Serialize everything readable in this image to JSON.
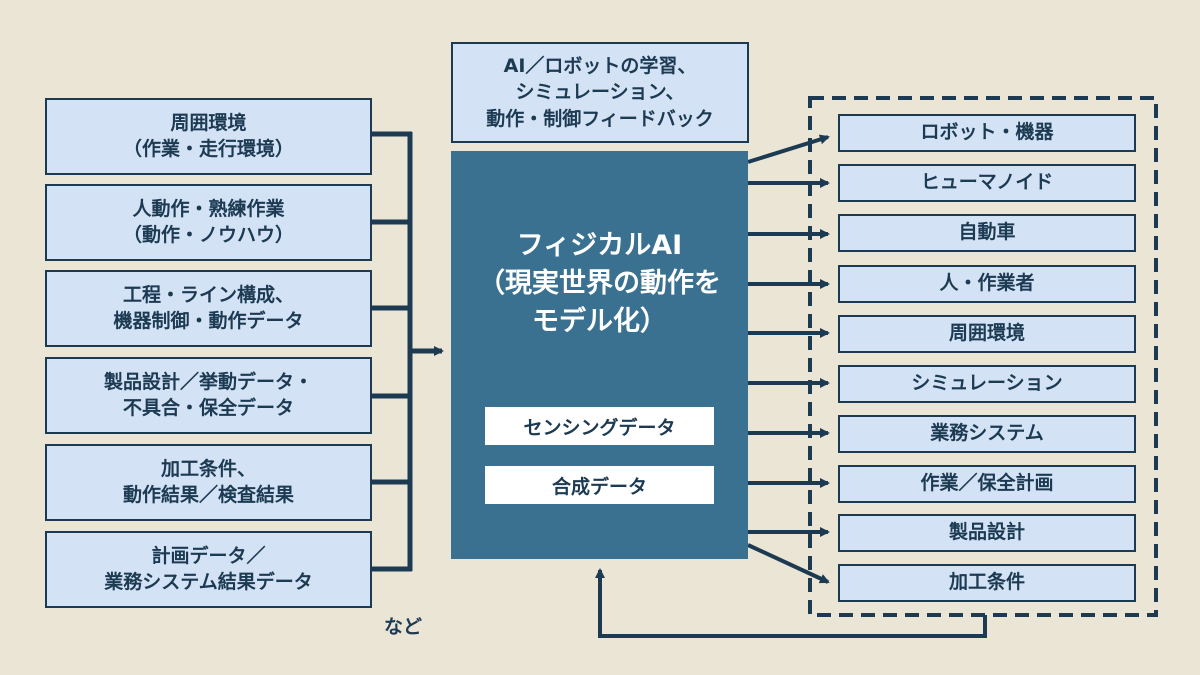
{
  "colors": {
    "background": "#ebe5d6",
    "box_fill": "#d3e2f5",
    "line": "#1c3a52",
    "center_fill": "#3b7190",
    "chip_fill": "#ffffff"
  },
  "inputs": {
    "items": [
      {
        "line1": "周囲環境",
        "line2": "（作業・走行環境）"
      },
      {
        "line1": "人動作・熟練作業",
        "line2": "（動作・ノウハウ）"
      },
      {
        "line1": "工程・ライン構成、",
        "line2": "機器制御・動作データ"
      },
      {
        "line1": "製品設計／挙動データ・",
        "line2": "不具合・保全データ"
      },
      {
        "line1": "加工条件、",
        "line2": "動作結果／検査結果"
      },
      {
        "line1": "計画データ／",
        "line2": "業務システム結果データ"
      }
    ],
    "etc_label": "など"
  },
  "top_box": {
    "line1": "AI／ロボットの学習、",
    "line2": "シミュレーション、",
    "line3": "動作・制御フィードバック"
  },
  "center": {
    "title_line1": "フィジカルAI",
    "title_line2": "（現実世界の動作を",
    "title_line3": "モデル化）",
    "chips": [
      "センシングデータ",
      "合成データ"
    ]
  },
  "outputs": {
    "items": [
      "ロボット・機器",
      "ヒューマノイド",
      "自動車",
      "人・作業者",
      "周囲環境",
      "シミュレーション",
      "業務システム",
      "作業／保全計画",
      "製品設計",
      "加工条件"
    ]
  }
}
